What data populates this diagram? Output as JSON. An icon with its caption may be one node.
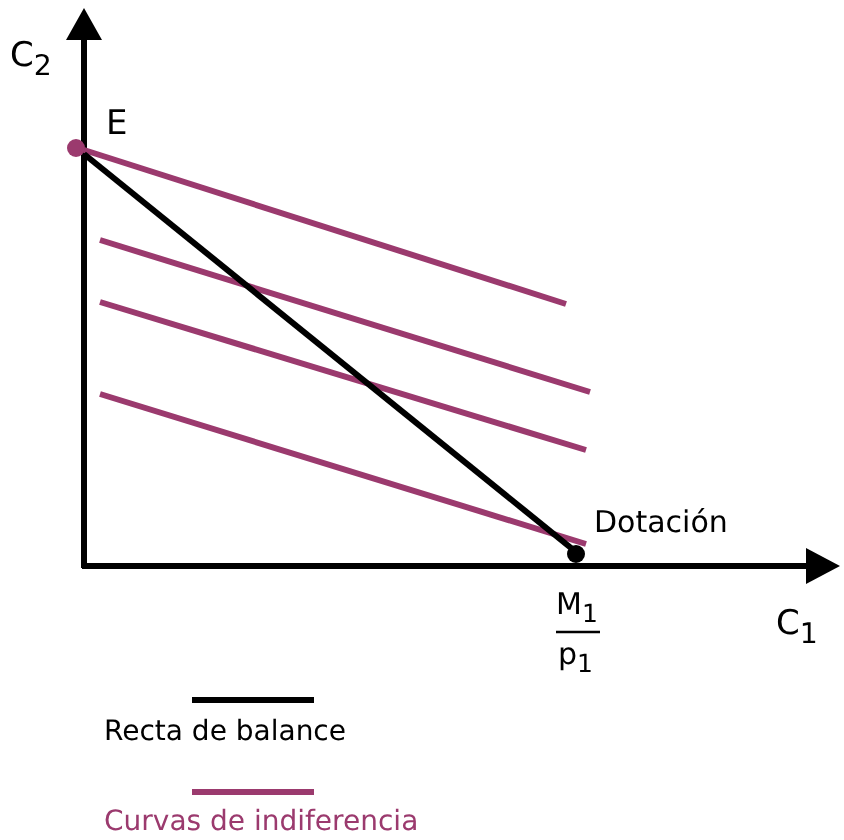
{
  "diagram": {
    "labels": [
      "C$_{2}$",
      "E",
      "Dotación",
      "M$_{1}$",
      "p$_{1}$",
      "C$_{1}$"
    ],
    "legend": [
      {
        "text": "Recta de balance"
      },
      {
        "text": "Curvas de indiferencia"
      }
    ]
  }
}
